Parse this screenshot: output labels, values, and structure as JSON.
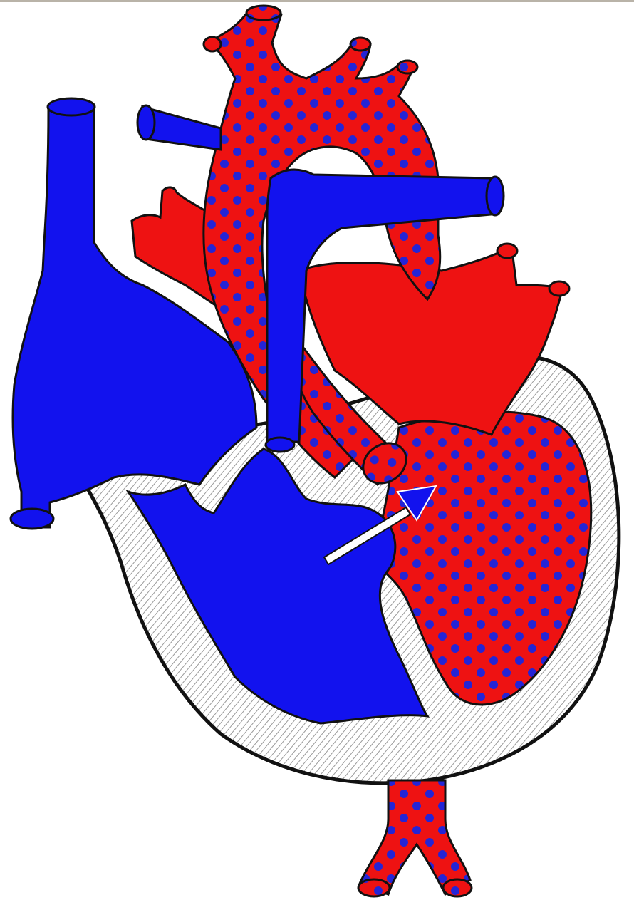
{
  "colors": {
    "deoxygenated": "#1212ee",
    "oxygenated": "#ee1212",
    "mixed_dot": "#2424d6",
    "outline": "#111111",
    "myocardium_hatch": "#9a9a9a",
    "background": "#ffffff"
  },
  "diagram": {
    "subject": "heart-cross-section",
    "labels": [],
    "arrow": {
      "from": "right-ventricle",
      "to": "left-ventricle",
      "style": "hollow-white"
    }
  }
}
